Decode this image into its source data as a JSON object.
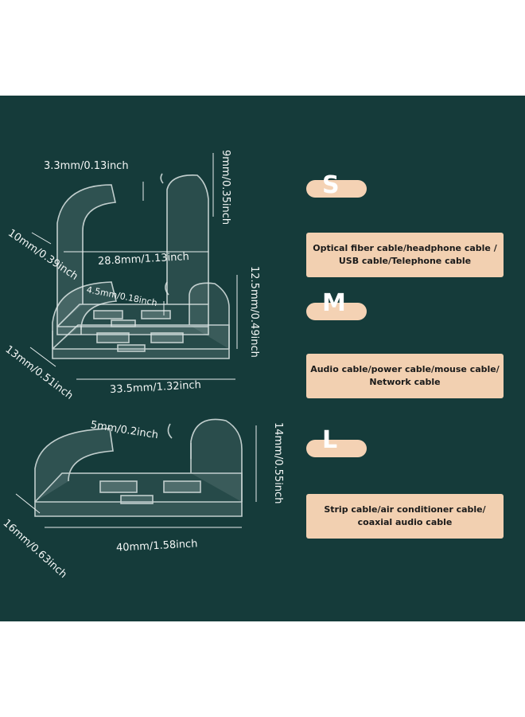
{
  "clips": [
    {
      "size": "S",
      "gap": "3.3mm/0.13inch",
      "height": "9mm/0.35inch",
      "depth": "10mm/0.39inch",
      "length": "28.8mm/1.13inch",
      "cables": [
        "Optical fiber cable/headphone cable /",
        "USB cable/Telephone cable"
      ]
    },
    {
      "size": "M",
      "gap": "4.5mm/0.18inch",
      "height": "12.5mm/0.49inch",
      "depth": "13mm/0.51inch",
      "length": "33.5mm/1.32inch",
      "cables": [
        "Audio cable/power cable/mouse cable/",
        "Network cable"
      ]
    },
    {
      "size": "L",
      "gap": "5mm/0.2inch",
      "height": "14mm/0.55inch",
      "depth": "16mm/0.63inch",
      "length": "40mm/1.58inch",
      "cables": [
        "Strip cable/air conditioner cable/",
        "coaxial audio cable"
      ]
    }
  ],
  "colors": {
    "background": "#153b3a",
    "badge": "#f4d2b4",
    "text": "#f3f6f5"
  }
}
